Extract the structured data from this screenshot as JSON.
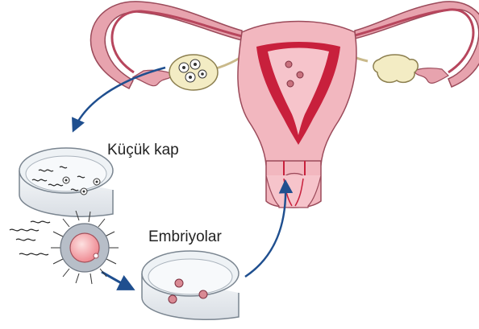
{
  "labels": {
    "small_dish": "Küçük kap",
    "embryos": "Embriyolar"
  },
  "colors": {
    "tube_outer": "#c97a8a",
    "tissue_pink": "#f2b7bf",
    "lining_red": "#c8203c",
    "ovary_cream": "#f3ecc4",
    "arrow_blue": "#1f4f8f",
    "egg_pink": "#f5a3a8",
    "cumulus_gray": "#b7bec8"
  },
  "icons": [
    "uterus-illustration",
    "ovary-icon",
    "petri-dish-icon",
    "egg-cell-icon",
    "sperm-icon",
    "embryo-icon",
    "arrow-icon"
  ]
}
